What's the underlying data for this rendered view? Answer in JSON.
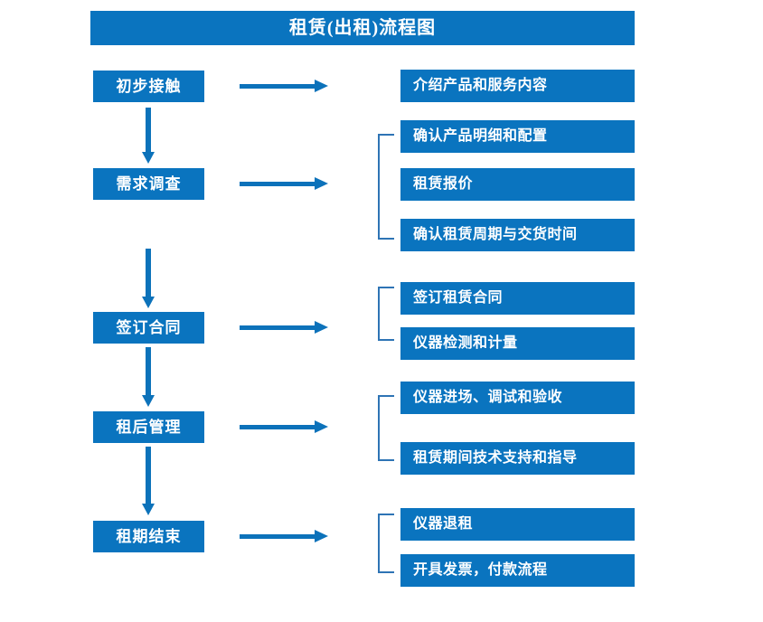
{
  "diagram": {
    "title": "租赁(出租)流程图",
    "accent_color": "#0A74BF",
    "arrow_color": "#0C72BA",
    "bracket_color": "#2E74B5",
    "text_color": "#FFFFFF",
    "background_color": "#FFFFFF"
  },
  "stages": [
    {
      "id": "stage-1",
      "label": "初步接触"
    },
    {
      "id": "stage-2",
      "label": "需求调查"
    },
    {
      "id": "stage-3",
      "label": "签订合同"
    },
    {
      "id": "stage-4",
      "label": "租后管理"
    },
    {
      "id": "stage-5",
      "label": "租期结束"
    }
  ],
  "details": [
    {
      "id": "detail-1-1",
      "label": "介绍产品和服务内容"
    },
    {
      "id": "detail-2-1",
      "label": "确认产品明细和配置"
    },
    {
      "id": "detail-2-2",
      "label": "租赁报价"
    },
    {
      "id": "detail-2-3",
      "label": "确认租赁周期与交货时间"
    },
    {
      "id": "detail-3-1",
      "label": "签订租赁合同"
    },
    {
      "id": "detail-3-2",
      "label": "仪器检测和计量"
    },
    {
      "id": "detail-4-1",
      "label": "仪器进场、调试和验收"
    },
    {
      "id": "detail-4-2",
      "label": "租赁期间技术支持和指导"
    },
    {
      "id": "detail-5-1",
      "label": "仪器退租"
    },
    {
      "id": "detail-5-2",
      "label": "开具发票，付款流程"
    }
  ],
  "groups": [
    {
      "id": "group-2",
      "members": [
        "detail-2-1",
        "detail-2-2",
        "detail-2-3"
      ]
    },
    {
      "id": "group-3",
      "members": [
        "detail-3-1",
        "detail-3-2"
      ]
    },
    {
      "id": "group-4",
      "members": [
        "detail-4-1",
        "detail-4-2"
      ]
    },
    {
      "id": "group-5",
      "members": [
        "detail-5-1",
        "detail-5-2"
      ]
    }
  ],
  "flow_arrows": {
    "vertical_count": 4,
    "horizontal_count": 5
  }
}
